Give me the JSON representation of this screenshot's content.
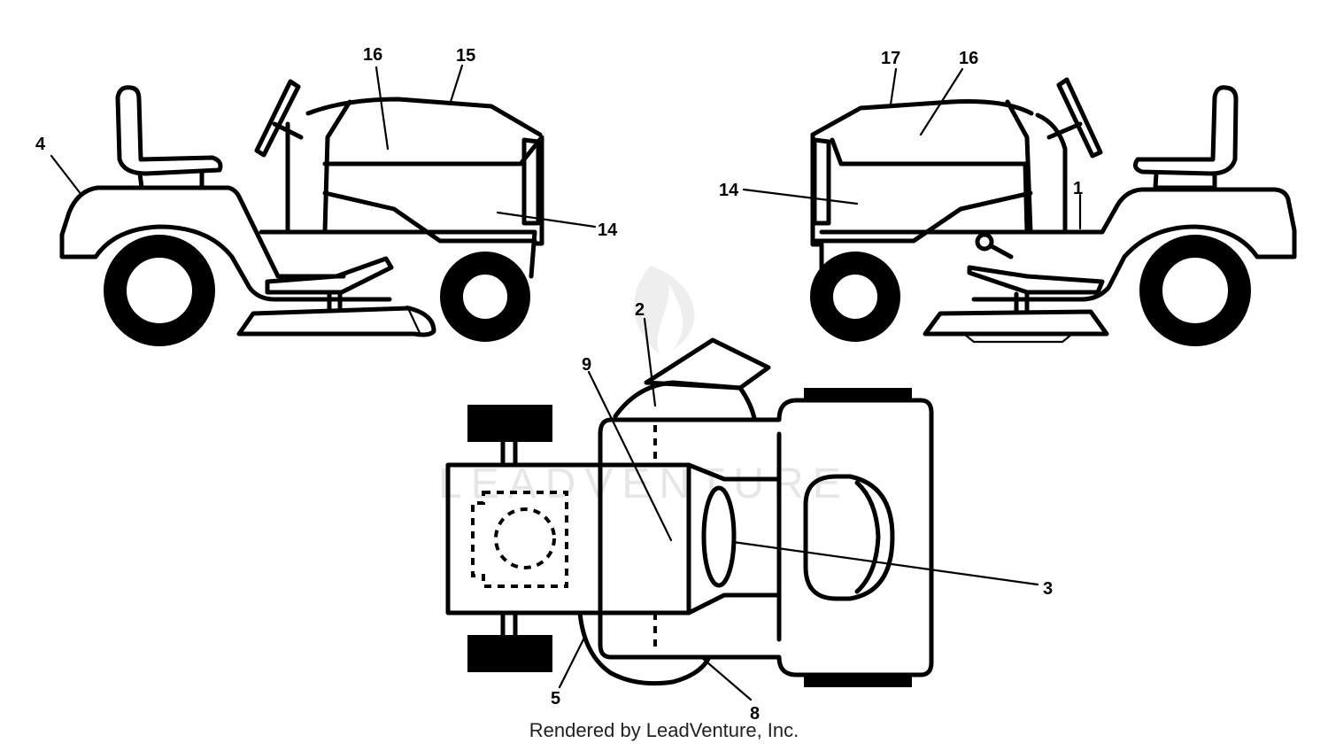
{
  "callouts": {
    "left": [
      "4",
      "16",
      "15",
      "14"
    ],
    "right": [
      "17",
      "16",
      "14",
      "1"
    ],
    "top": [
      "2",
      "9",
      "3",
      "5",
      "8"
    ]
  },
  "watermark": "LEADVENTURE",
  "footer": "Rendered by LeadVenture, Inc."
}
